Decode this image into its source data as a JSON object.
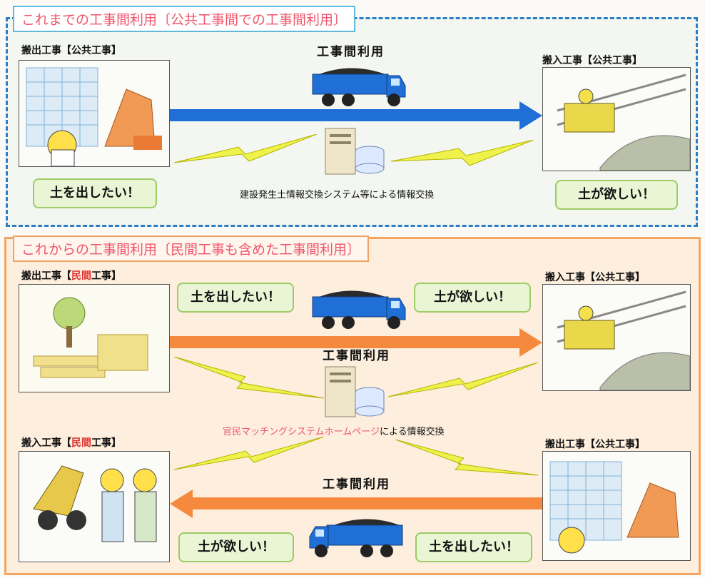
{
  "top": {
    "title": "これまでの工事間利用〔公共工事間での工事間利用〕",
    "left_label": "搬出工事【公共工事】",
    "right_label": "搬入工事【公共工事】",
    "usage_label": "工事間利用",
    "left_bubble": "土を出したい！",
    "right_bubble": "土が欲しい！",
    "system_text": "建設発生土情報交換システム等による情報交換"
  },
  "bottom": {
    "title": "これからの工事間利用〔民間工事も含めた工事間利用〕",
    "tl_label_prefix": "搬出工事【",
    "tl_label_red": "民間",
    "tl_label_suffix": "工事】",
    "tr_label": "搬入工事【公共工事】",
    "bl_label_prefix": "搬入工事【",
    "bl_label_red": "民間",
    "bl_label_suffix": "工事】",
    "br_label": "搬出工事【公共工事】",
    "usage_label_1": "工事間利用",
    "usage_label_2": "工事間利用",
    "bubble_tl": "土を出したい！",
    "bubble_tr": "土が欲しい！",
    "bubble_bl": "土が欲しい！",
    "bubble_br": "土を出したい！",
    "system_text_red": "官民マッチングシステムホームページ",
    "system_text_black": "による情報交換"
  },
  "colors": {
    "blue_arrow": "#1f6fd6",
    "orange_arrow": "#f58a3e",
    "title_text": "#f0556b",
    "lightning": "#eef24a"
  }
}
